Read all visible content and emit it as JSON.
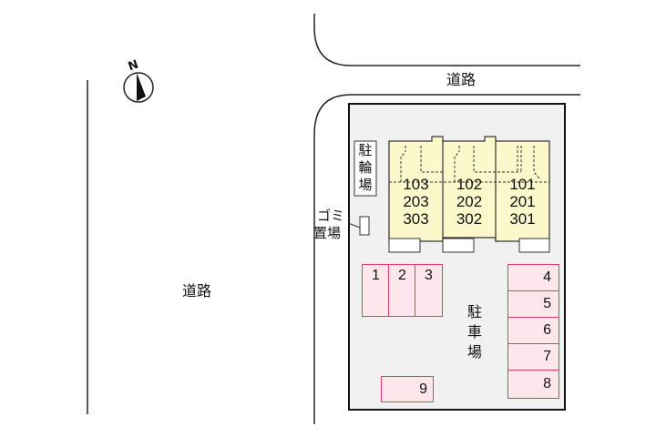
{
  "compass": {
    "label": "N"
  },
  "roads": {
    "north": "道路",
    "west": "道路"
  },
  "bicycle_parking": "駐輪場",
  "garbage": {
    "line1": "ゴミ",
    "line2": "置場"
  },
  "parking_label": "駐車場",
  "units": [
    {
      "lines": [
        "103",
        "203",
        "303"
      ]
    },
    {
      "lines": [
        "102",
        "202",
        "302"
      ]
    },
    {
      "lines": [
        "101",
        "201",
        "301"
      ]
    }
  ],
  "parking_spots": [
    "1",
    "2",
    "3",
    "4",
    "5",
    "6",
    "7",
    "8",
    "9"
  ],
  "colors": {
    "building": "#fbf8cc",
    "spot_fill": "#fde7ec",
    "spot_border": "#e0405a",
    "lot": "#f1f1f1"
  }
}
